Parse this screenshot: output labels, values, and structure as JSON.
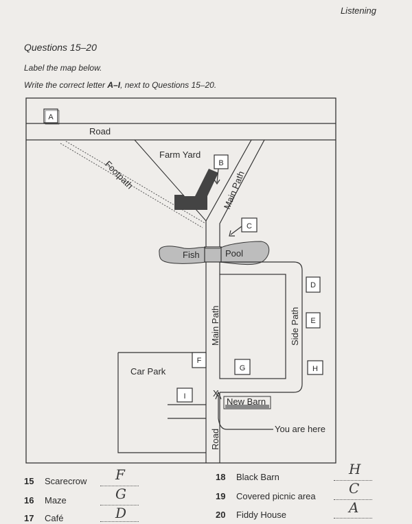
{
  "header": {
    "section": "Listening"
  },
  "questions": {
    "title": "Questions 15–20",
    "subtitle": "Label the map below.",
    "instruction_pre": "Write the correct letter ",
    "instruction_letters": "A–I",
    "instruction_post": ", next to Questions 15–20."
  },
  "map": {
    "labels": {
      "road_top": "Road",
      "farm_yard": "Farm Yard",
      "footpath": "Footpath",
      "main_path_upper": "Main Path",
      "fish": "Fish",
      "pool": "Pool",
      "main_path_lower": "Main Path",
      "side_path": "Side Path",
      "car_park": "Car Park",
      "new_barn": "New Barn",
      "you_are_here": "You are here",
      "road_bottom": "Road",
      "x_marker": "X"
    },
    "boxes": {
      "A": "A",
      "B": "B",
      "C": "C",
      "D": "D",
      "E": "E",
      "F": "F",
      "G": "G",
      "H": "H",
      "I": "I"
    }
  },
  "answers": [
    {
      "num": "15",
      "label": "Scarecrow",
      "handwritten": "F"
    },
    {
      "num": "16",
      "label": "Maze",
      "handwritten": "G"
    },
    {
      "num": "17",
      "label": "Café",
      "handwritten": "D"
    },
    {
      "num": "18",
      "label": "Black Barn",
      "handwritten": "H"
    },
    {
      "num": "19",
      "label": "Covered picnic area",
      "handwritten": "C"
    },
    {
      "num": "20",
      "label": "Fiddy House",
      "handwritten": "A"
    }
  ]
}
